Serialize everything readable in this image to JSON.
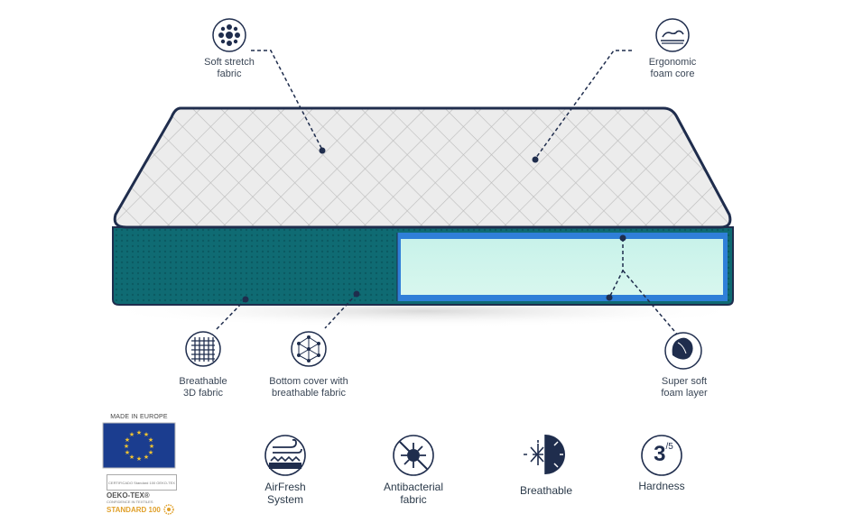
{
  "callouts": {
    "soft_stretch": [
      "Soft stretch",
      "fabric"
    ],
    "ergonomic": [
      "Ergonomic",
      "foam core"
    ],
    "breathable_3d": [
      "Breathable",
      "3D fabric"
    ],
    "bottom_cover": [
      "Bottom cover with",
      "breathable fabric"
    ],
    "super_soft": [
      "Super soft",
      "foam layer"
    ]
  },
  "features": {
    "airfresh": [
      "AirFresh",
      "System"
    ],
    "antibacterial": [
      "Antibacterial",
      "fabric"
    ],
    "breathable": [
      "Breathable"
    ],
    "hardness": {
      "label": "Hardness",
      "value": "3",
      "scale": "/5"
    }
  },
  "badges": {
    "made_in": "MADE IN EUROPE",
    "certificate": "CERTIFICADO Standard 100 OEKO-TEX",
    "oeko_tex": "OEKO-TEX®",
    "confidence": "CONFIDENCE IN TEXTILES",
    "standard": "STANDARD 100"
  },
  "colors": {
    "navy": "#1f2d4d",
    "teal": "#0f6b73",
    "foam": "#cdf5ea",
    "foam_edge": "#3d8fe0",
    "eu_blue": "#1b3d8f",
    "eu_star": "#f4c430",
    "standard_gold": "#e0a02a"
  }
}
